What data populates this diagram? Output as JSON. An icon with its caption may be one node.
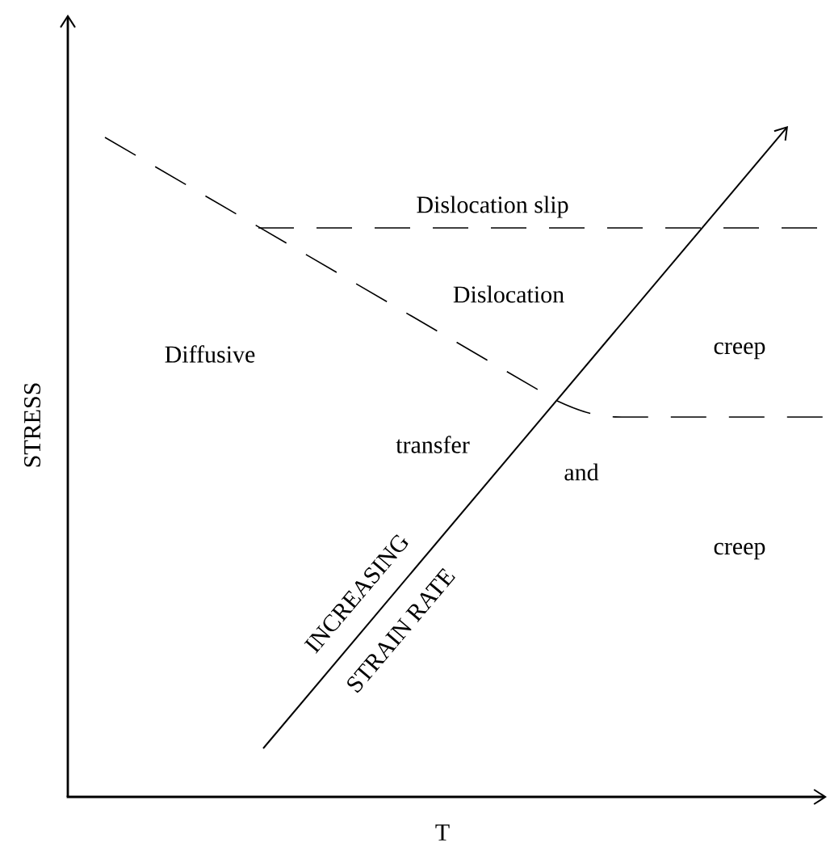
{
  "diagram": {
    "labels": [
      "Dislocation slip",
      "Dislocation",
      "Diffusive",
      "creep",
      "transfer",
      "and",
      "creep",
      "INCREASING",
      "STRAIN RATE",
      "STRESS",
      "T"
    ]
  }
}
